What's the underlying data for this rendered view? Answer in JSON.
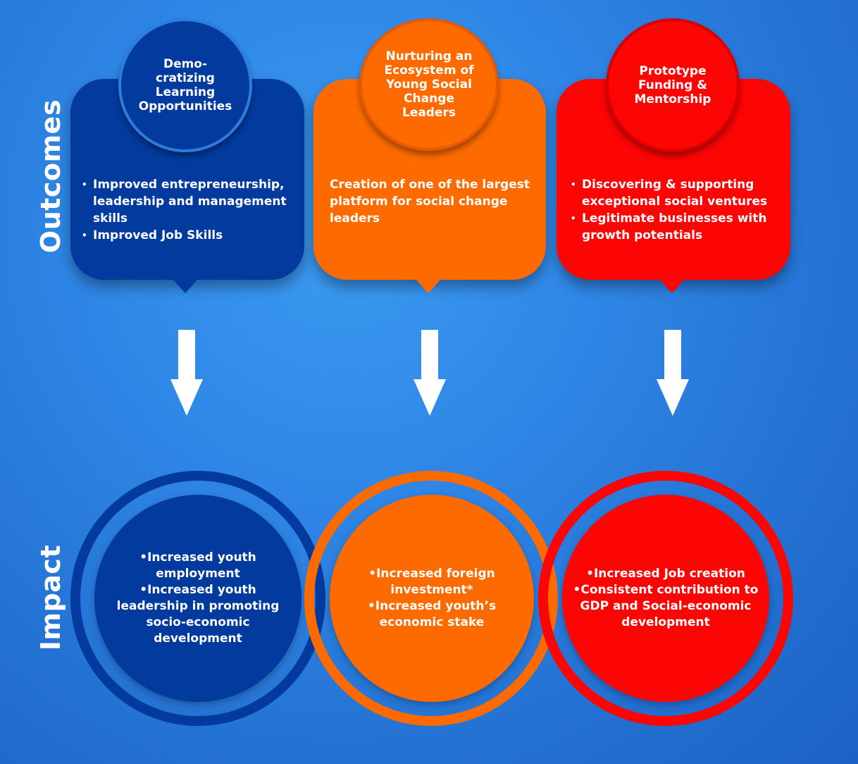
{
  "labels": {
    "outcomes": "Outcomes",
    "impact": "Impact"
  },
  "colors": {
    "blue": "#033a9e",
    "orange": "#fc6a00",
    "red": "#fb0505",
    "background": "#2f86e6"
  },
  "outcomes": [
    {
      "title": "Demo-\ncratizing\nLearning\nOpportunities",
      "items": [
        "Improved entrepreneurship, leadership and management skills",
        "Improved Job Skills"
      ]
    },
    {
      "title": "Nurturing an\nEcosystem of\nYoung Social\nChange\nLeaders",
      "text": "Creation of one of the largest platform for social change leaders"
    },
    {
      "title": "Prototype\nFunding &\nMentorship",
      "items": [
        "Discovering & supporting exceptional social ventures",
        "Legitimate businesses with growth potentials"
      ]
    }
  ],
  "impacts": [
    {
      "lines": [
        "•Increased youth employment",
        "•Increased youth leadership in promoting socio-economic development"
      ]
    },
    {
      "lines": [
        "•Increased foreign investment*",
        "•Increased youth’s economic stake"
      ]
    },
    {
      "lines": [
        "•Increased Job creation",
        "•Consistent contribution to GDP and Social-economic development"
      ]
    }
  ]
}
